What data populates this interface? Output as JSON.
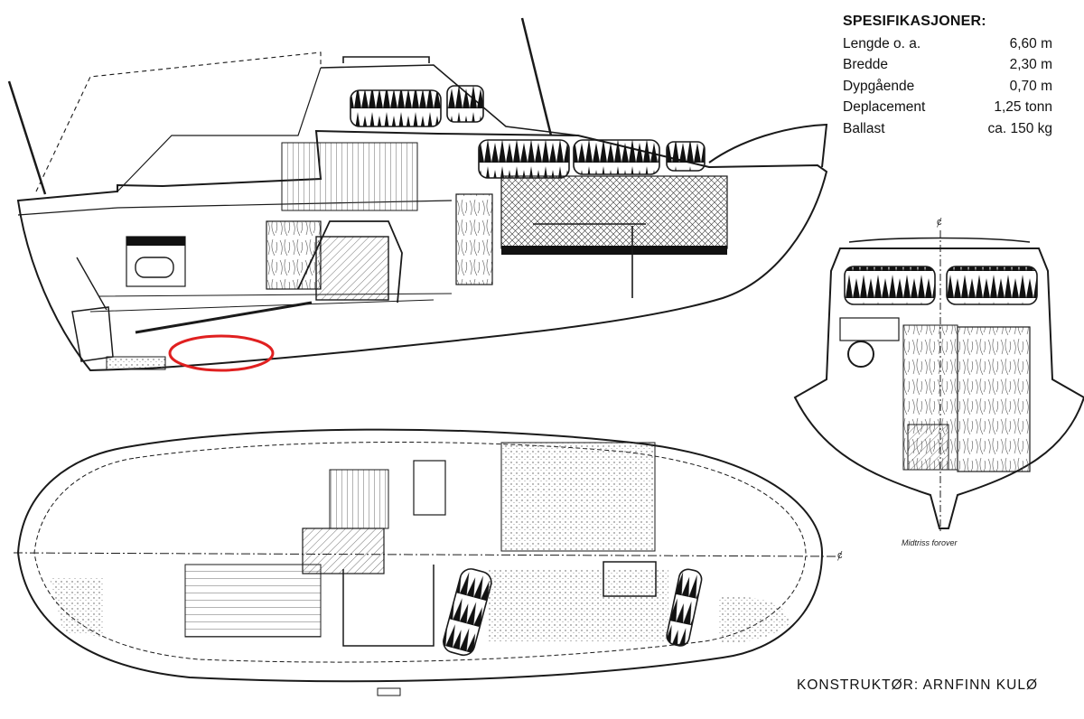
{
  "specs": {
    "title": "SPESIFIKASJONER:",
    "rows": [
      {
        "label": "Lengde  o. a.",
        "value": "6,60  m"
      },
      {
        "label": "Bredde",
        "value": "2,30  m"
      },
      {
        "label": "Dypgående",
        "value": "0,70  m"
      },
      {
        "label": "Deplacement",
        "value": "1,25  tonn"
      },
      {
        "label": "Ballast",
        "value": "ca. 150 kg"
      }
    ]
  },
  "designer": "KONSTRUKTØR:  ARNFINN  KULØ",
  "section_label": "Midtriss forover",
  "centerline_symbol": "ȼ",
  "colors": {
    "ink": "#1a1a1a",
    "highlight": "#e02020"
  }
}
